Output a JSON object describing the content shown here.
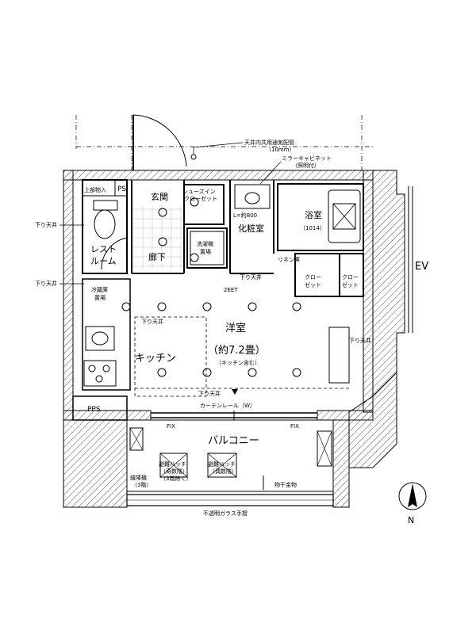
{
  "labels": {
    "duct_note_1": "天井内共用通気配管",
    "duct_note_2": "（10mm）",
    "mirror_cab_1": "ミラーキャビネット",
    "mirror_cab_2": "（照明付）",
    "top_storage": "上部物入",
    "ps_top": "PS",
    "entrance": "玄関",
    "shoe_closet_1": "シューズイン",
    "shoe_closet_2": "クローゼット",
    "toilet_1": "レスト",
    "toilet_2": "ルーム",
    "corridor": "廊下",
    "washer_1": "洗濯機",
    "washer_2": "置場",
    "vanity": "化粧室",
    "vanity_dim": "L=約800",
    "bath": "浴室",
    "bath_size": "（1014）",
    "closet_1a": "クロー",
    "closet_1b": "ゼット",
    "closet_2a": "クロー",
    "closet_2b": "ゼット",
    "rinse": "リネン庫",
    "ev": "EV",
    "soffit": "下り天井",
    "fridge_1": "冷蔵庫",
    "fridge_2": "置場",
    "room": "洋室",
    "room_size": "（約7.2畳）",
    "room_note": "（キッチン含む）",
    "kitchen": "キッチン",
    "curtain_rail": "カーテンレール（W）",
    "pps": "PPS",
    "fix_left": "FIX",
    "fix_right": "FIX",
    "balcony": "バルコニー",
    "evac_hatch_1a": "避難ハッチ",
    "evac_hatch_1b": "（奇数階）",
    "evac_hatch_1c": "（3階除く）",
    "evac_hatch_2a": "避難ハッチ",
    "evac_hatch_2b": "（偶数階）",
    "descender_1": "緩降機",
    "descender_2": "（3階）",
    "laundry_pole": "物干金物",
    "glass_rail": "不透明ガラス手摺",
    "north": "N",
    "mark_2eet": "2EET"
  }
}
